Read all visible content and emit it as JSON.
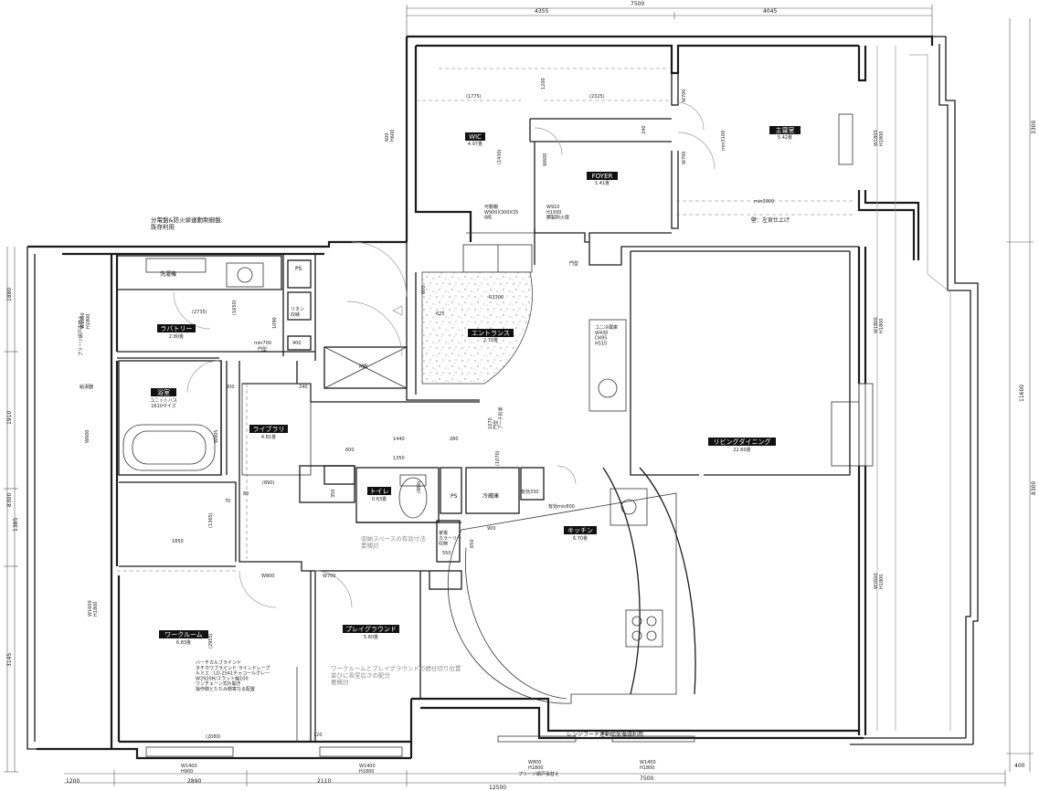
{
  "dims_top": [
    "7500",
    "4355",
    "4045"
  ],
  "dims_bottom": [
    "12500",
    "1200",
    "2890",
    "2110",
    "7500"
  ],
  "dims_right": [
    "3300",
    "11600",
    "8300",
    "400"
  ],
  "dims_left": [
    "1880",
    "1910",
    "8300",
    "1385",
    "3145"
  ],
  "rooms": [
    {
      "label": "WIC",
      "area": "4.97畳"
    },
    {
      "label": "主寝室",
      "area": "5.42畳"
    },
    {
      "label": "FOYER",
      "area": "1.41畳"
    },
    {
      "label": "ラバトリー",
      "area": "2.80畳"
    },
    {
      "label": "エントランス",
      "area": "2.73畳"
    },
    {
      "label": "浴室",
      "area": "ユニットバス\n1610サイズ"
    },
    {
      "label": "ライブラリ",
      "area": "4.81畳"
    },
    {
      "label": "リビングダイニング",
      "area": "22.60畳"
    },
    {
      "label": "トイレ",
      "area": "0.63畳"
    },
    {
      "label": "キッチン",
      "area": "6.70畳"
    },
    {
      "label": "ワークルーム",
      "area": "6.83畳"
    },
    {
      "label": "プレイグラウンド",
      "area": "5.60畳"
    }
  ],
  "fixtures": {
    "washer": "洗濯機",
    "ps": "PS",
    "mb": "MB",
    "linen": "リネン\n収納",
    "fridge": "冷蔵庫",
    "appliance": "家電\nカラーリー\n収納",
    "heater": "給湯器",
    "sink_box": "ユニ冷蔵庫\nW430\nD495\nH510"
  },
  "annotations": {
    "panel": "分電盤&防火扉連動制御盤:\n既存利用",
    "movable_shelf": "可動棚\nW900X300X35\n8段",
    "fire_door": "W910\nH1930\n鋼製防火扉",
    "wall_finish": "壁：左官仕上げ",
    "pleats_left": "プリーツ網戸張替え",
    "pleats_bottom": "プリーツ網戸張替え",
    "hood": "レンジフード連動給気循環利用",
    "blind": "バーチカルブラインド\nタチカワブラインド ラインドレープ\nルミエ／LD-2541チャコールグレー\nW2920H/スラット幅100\nワンチェーン式片開き\n操作側とたたみ側寄なる配置",
    "storage_note": "収納スペースの有効寸法\n要検討",
    "partition_note": "ワークルームとプレイグラウンドの間仕切り位置\n並びに各室広さの配分\n要検討",
    "effective_330": "有効330",
    "effective_min800": "有効min800",
    "door_frame": "門型",
    "door_frame_top": "門型",
    "entrance_door": "1070\n門型\nアーチ形状"
  },
  "misc_dims": {
    "d1775": "(1775)",
    "d2325": "(2325)",
    "d1200": "1200",
    "d240": "240",
    "d1430": "(1430)",
    "w600": "W600",
    "w700": "W700",
    "w700b": "W700",
    "min3100": "min3100",
    "min3000": "min3000",
    "w1800a": "W1800\nH1800",
    "h600": "600\nH600",
    "r1300": "R1300",
    "d625": "625",
    "d600": "600",
    "d2735": "(2735)",
    "d1650": "(1650)",
    "d1090": "1090",
    "d400": "400",
    "min700": "min700",
    "d300": "300",
    "d240b": "240",
    "w805": "W805",
    "w600b": "W600",
    "d1440": "1440",
    "d280": "280",
    "d600b": "600",
    "d1350": "1350",
    "d350": "350",
    "d880": "(880)",
    "d890": "(890)",
    "d80": "80",
    "d70": "70",
    "d1850": "1850",
    "d1365": "(1365)",
    "d900": "900",
    "d550": "550",
    "d650": "650",
    "w800": "W800",
    "w700c": "W700",
    "d2955": "(2955)",
    "w1600": "W1600\nH1800",
    "w1800b": "W1800\nH1800",
    "w2600": "W2600\nH1800",
    "d2080": "(2080)",
    "d120": "120",
    "w1400a": "W1400\nH900",
    "w1400b": "W1400\nH1800",
    "w800b": "W800\nH1800",
    "w1400c": "W1400\nH1800",
    "w1800c": "W1800\nH1800",
    "d1070": "(1070)"
  },
  "colors": {
    "wall": "#1a1a1a",
    "label_bg": "#111111",
    "note_grey": "#888888"
  }
}
